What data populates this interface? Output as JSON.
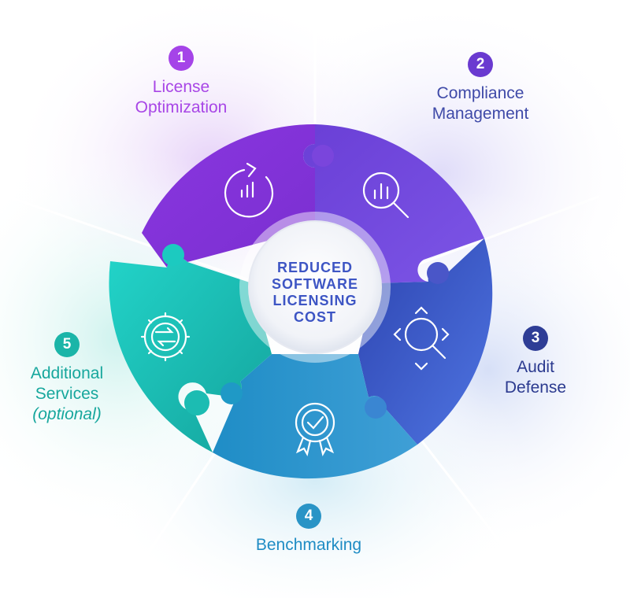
{
  "center": {
    "lines": [
      "REDUCED",
      "SOFTWARE",
      "LICENSING",
      "COST"
    ]
  },
  "segments": [
    {
      "number": "1",
      "lines": [
        "License",
        "Optimization"
      ],
      "icon": "refresh-chart-icon",
      "color": "#9a3fe0"
    },
    {
      "number": "2",
      "lines": [
        "Compliance",
        "Management"
      ],
      "icon": "magnifier-chart-icon",
      "color": "#6a44d8"
    },
    {
      "number": "3",
      "lines": [
        "Audit",
        "Defense"
      ],
      "icon": "focus-magnifier-icon",
      "color": "#3550c4"
    },
    {
      "number": "4",
      "lines": [
        "Benchmarking"
      ],
      "icon": "award-badge-icon",
      "color": "#2a96c8"
    },
    {
      "number": "5",
      "lines": [
        "Additional",
        "Services"
      ],
      "sub": "(optional)",
      "icon": "gear-arrows-icon",
      "color": "#17b3a6"
    }
  ]
}
